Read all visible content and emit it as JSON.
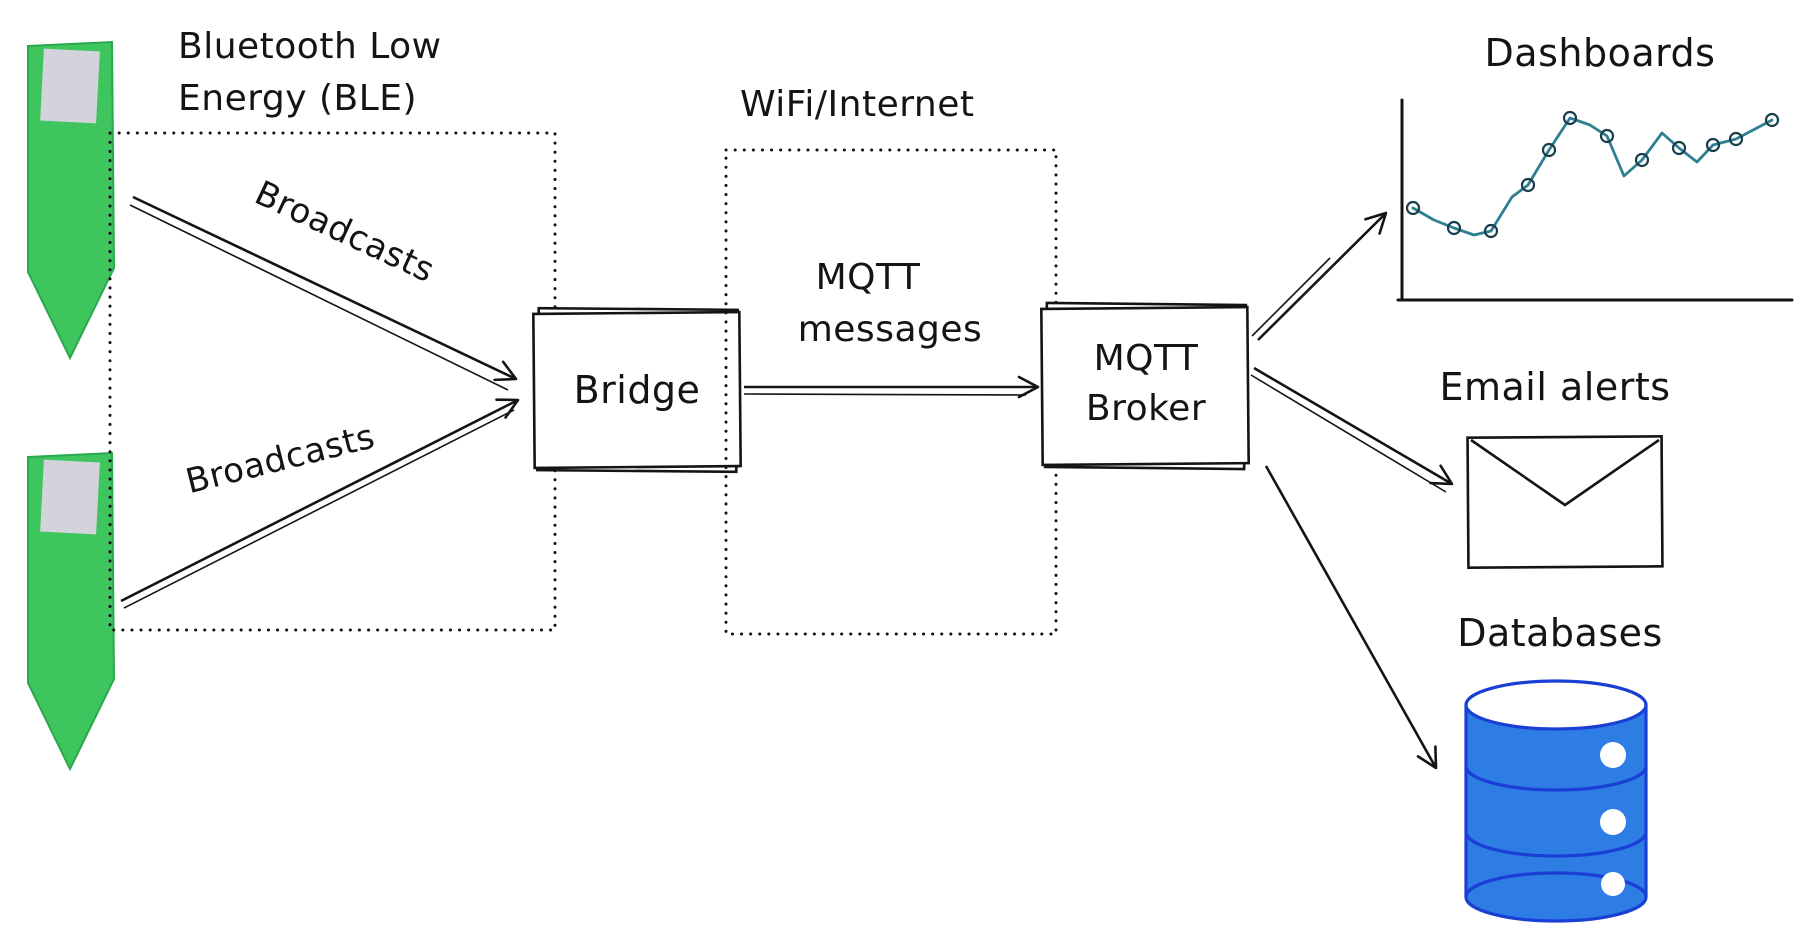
{
  "diagram": {
    "zones": {
      "ble": {
        "title_line1": "Bluetooth Low",
        "title_line2": "Energy (BLE)"
      },
      "wifi": {
        "title": "WiFi/Internet"
      }
    },
    "nodes": {
      "bridge": {
        "label": "Bridge"
      },
      "broker": {
        "label_line1": "MQTT",
        "label_line2": "Broker"
      },
      "dashboards": {
        "label": "Dashboards"
      },
      "email": {
        "label": "Email alerts"
      },
      "databases": {
        "label": "Databases"
      }
    },
    "edges": {
      "broadcast_top": {
        "label": "Broadcasts"
      },
      "broadcast_bottom": {
        "label": "Broadcasts"
      },
      "mqtt_messages": {
        "label_line1": "MQTT",
        "label_line2": "messages"
      }
    },
    "icons": {
      "sensor": "ble-beacon-icon",
      "dashboards": "line-chart-icon",
      "email": "envelope-icon",
      "databases": "database-cylinder-icon"
    }
  },
  "colors": {
    "sensor_green": "#3fc55e",
    "sensor_screen": "#d3d3dc",
    "chart_line": "#2e7f90",
    "database_blue": "#2e7de5",
    "database_stroke": "#1a3fd4",
    "ink": "#141414",
    "background": "#ffffff"
  }
}
